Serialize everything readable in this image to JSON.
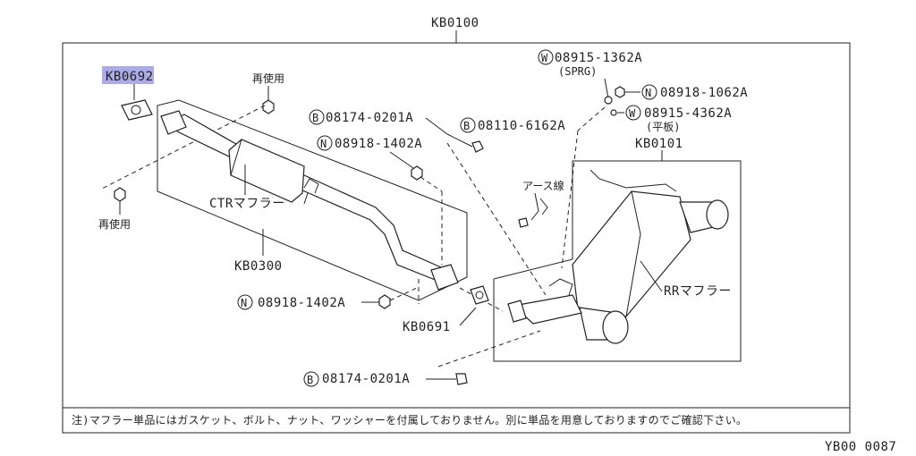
{
  "codes": {
    "top": "KB0100",
    "gasket_front": "KB0692",
    "front_pipe": "KB0300",
    "gasket_mid": "KB0691",
    "rear_muffler_assy": "KB0101",
    "footer_id": "YB00 0087"
  },
  "parts": {
    "bolt_upper": "08174-0201A",
    "bolt_lower": "08174-0201A",
    "nut_mid": "08918-1402A",
    "nut_lower": "08918-1402A",
    "bolt_ground": "08110-6162A",
    "washer_sprg": "08915-1362A",
    "nut_top": "08918-1062A",
    "washer_flat": "08915-4362A"
  },
  "badges": {
    "b": "B",
    "n": "N",
    "w": "W"
  },
  "labels": {
    "reuse_1": "再使用",
    "reuse_2": "再使用",
    "ctr_muffler": "CTRマフラー",
    "rr_muffler": "RRマフラー",
    "earth_wire": "アース線",
    "sprg": "(SPRG)",
    "flat": "(平板)"
  },
  "note": "注)マフラー単品にはガスケット、ボルト、ナット、ワッシャーを付属しておりません。別に単品を用意しておりますのでご確認下さい。"
}
